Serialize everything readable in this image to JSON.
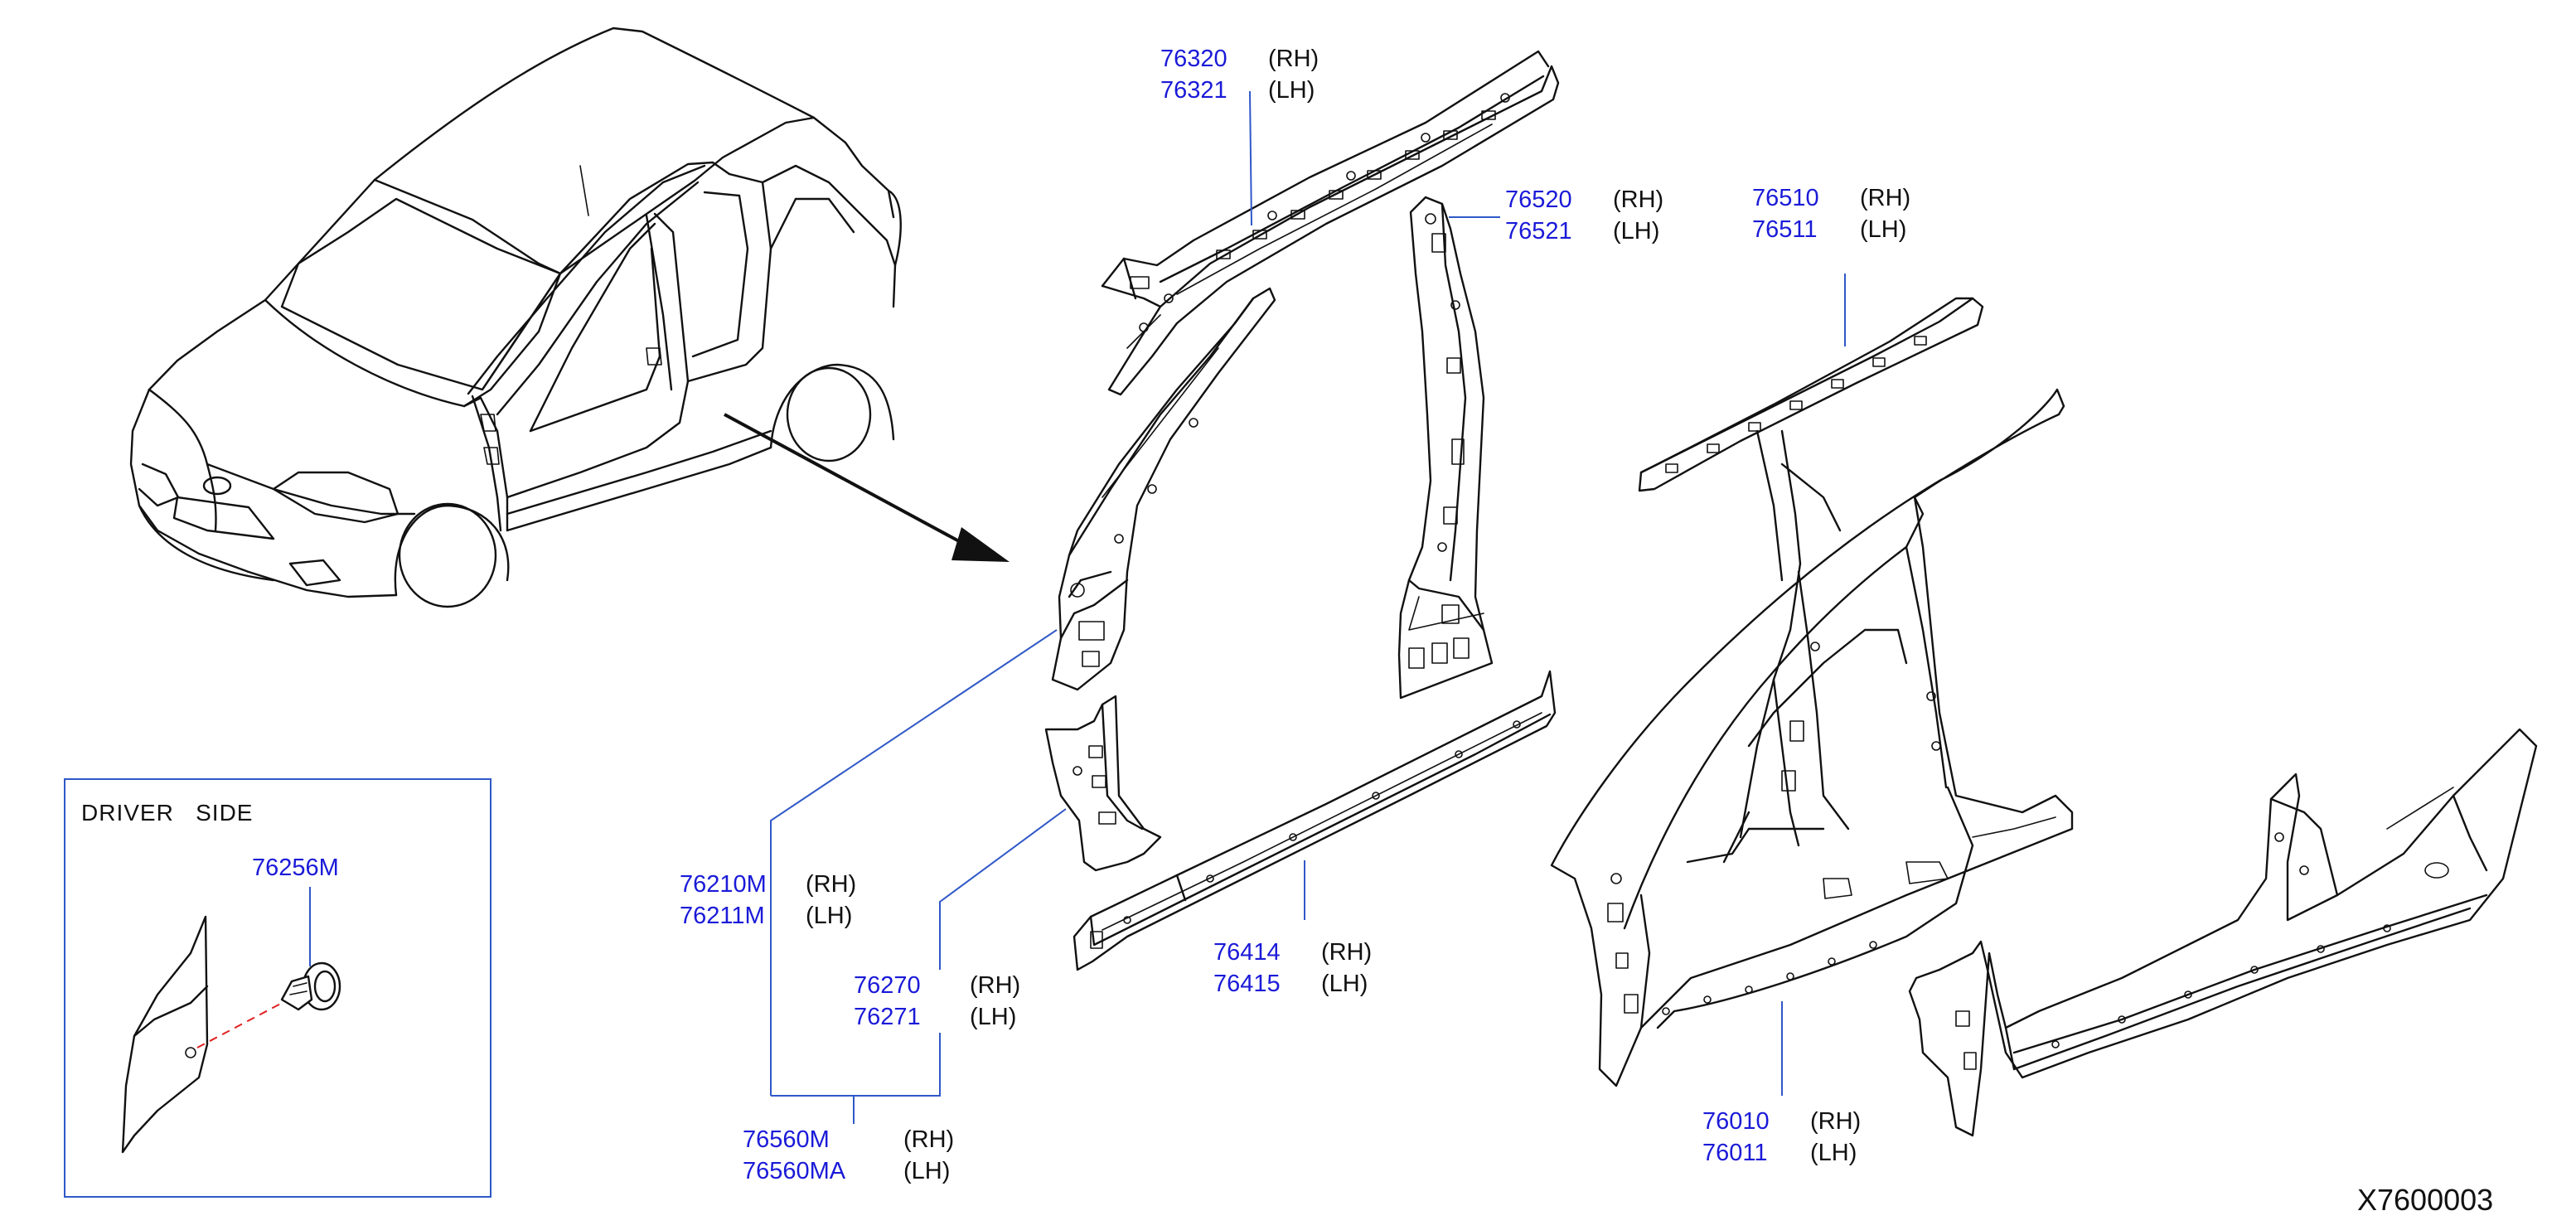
{
  "diagram_code": "X7600003",
  "inset": {
    "title": "DRIVER   SIDE",
    "part": {
      "number": "76256M"
    }
  },
  "callouts": {
    "roof_rail_outer": {
      "rh": "76320",
      "lh": "76321",
      "rh_side": "(RH)",
      "lh_side": "(LH)"
    },
    "center_pillar_inner": {
      "rh": "76520",
      "lh": "76521",
      "rh_side": "(RH)",
      "lh_side": "(LH)"
    },
    "roof_rail_inner": {
      "rh": "76510",
      "lh": "76511",
      "rh_side": "(RH)",
      "lh_side": "(LH)"
    },
    "front_pillar_reinforcement": {
      "rh": "76210M",
      "lh": "76211M",
      "rh_side": "(RH)",
      "lh_side": "(LH)"
    },
    "front_pillar_hinge_brace": {
      "rh": "76270",
      "lh": "76271",
      "rh_side": "(RH)",
      "lh_side": "(LH)"
    },
    "sill_reinforcement": {
      "rh": "76414",
      "lh": "76415",
      "rh_side": "(RH)",
      "lh_side": "(LH)"
    },
    "front_pillar_assembly": {
      "rh": "76560M",
      "lh": "76560MA",
      "rh_side": "(RH)",
      "lh_side": "(LH)"
    },
    "body_side_outer": {
      "rh": "76010",
      "lh": "76011",
      "rh_side": "(RH)",
      "lh_side": "(LH)"
    }
  },
  "colors": {
    "part_number_text": "#1a1ad8",
    "leader_line": "#2f58c8",
    "inset_border": "#2f58c8",
    "dash_line": "#e02020",
    "drawing": "#111111"
  }
}
